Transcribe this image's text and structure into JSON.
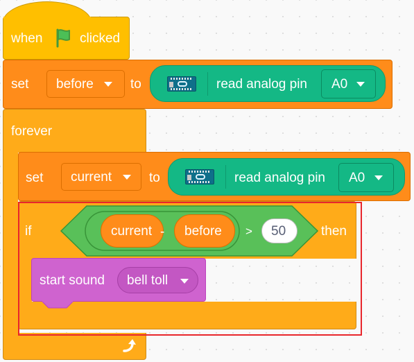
{
  "when_clicked": {
    "when_label": "when",
    "flag_icon": "green-flag-icon",
    "clicked_label": "clicked"
  },
  "set_before": {
    "set_label": "set",
    "variable": "before",
    "to_label": "to",
    "reporter": {
      "board_icon": "arduino-board-icon",
      "label": "read analog pin",
      "pin": "A0"
    }
  },
  "forever": {
    "label": "forever",
    "loop_icon": "loop-arrow-icon"
  },
  "set_current": {
    "set_label": "set",
    "variable": "current",
    "to_label": "to",
    "reporter": {
      "board_icon": "arduino-board-icon",
      "label": "read analog pin",
      "pin": "A0"
    }
  },
  "if_block": {
    "if_label": "if",
    "then_label": "then",
    "condition": {
      "left_var": "current",
      "minus": "-",
      "right_var": "before",
      "greater": ">",
      "value": "50"
    }
  },
  "start_sound": {
    "label": "start sound",
    "sound": "bell toll"
  },
  "colors": {
    "events": "#ffbf00",
    "data": "#ff8c1a",
    "control": "#ffab19",
    "arduino": "#14b885",
    "operators": "#59c059",
    "sound": "#cf63cf",
    "highlight": "#e8262c"
  }
}
